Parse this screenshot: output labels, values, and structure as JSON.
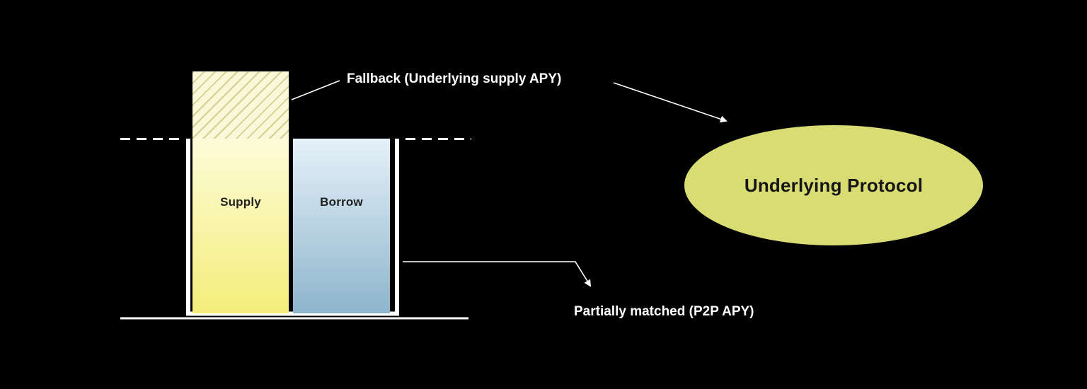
{
  "diagram": {
    "supply": {
      "label": "Supply",
      "top_color": "#fdfbd8",
      "bottom_color": "#f4ee7a"
    },
    "borrow": {
      "label": "Borrow",
      "top_color": "#e6f1f9",
      "bottom_color": "#8db5cc"
    },
    "hatch": {
      "bg_color": "#fbf8d9",
      "line_color": "#d3d092"
    },
    "labels": {
      "fallback": "Fallback (Underlying supply APY)",
      "p2p": "Partially matched (P2P APY)"
    },
    "protocol": {
      "label": "Underlying Protocol",
      "fill_color": "#d9db73",
      "text_color": "#151515"
    },
    "colors": {
      "background": "#000000",
      "line": "#ffffff",
      "bar_text": "#1f1f1f"
    }
  }
}
